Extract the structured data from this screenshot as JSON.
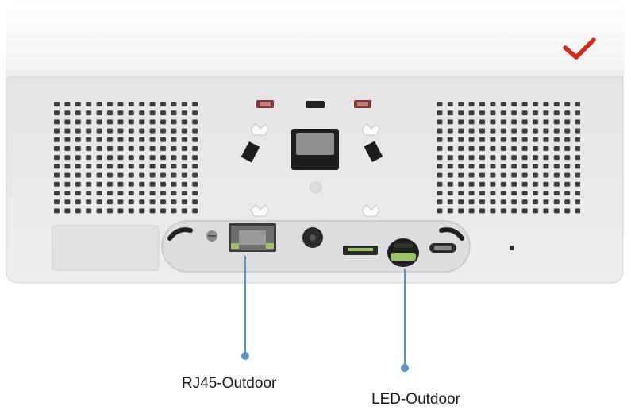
{
  "callouts": [
    {
      "id": "rj45",
      "label": "RJ45-Outdoor",
      "port": "rj45-port"
    },
    {
      "id": "led",
      "label": "LED-Outdoor",
      "port": "led-port"
    }
  ],
  "colors": {
    "callout_line": "#5b94c4",
    "brand_check": "#d52b1e",
    "housing": "#e9e9ea",
    "panel": "#dedfe1",
    "port_green": "#9bc46a"
  },
  "icons": [
    "checkmark-logo-icon",
    "ground-screw-icon",
    "power-jack-icon",
    "sd-card-slot-icon",
    "usb-c-port-icon"
  ]
}
